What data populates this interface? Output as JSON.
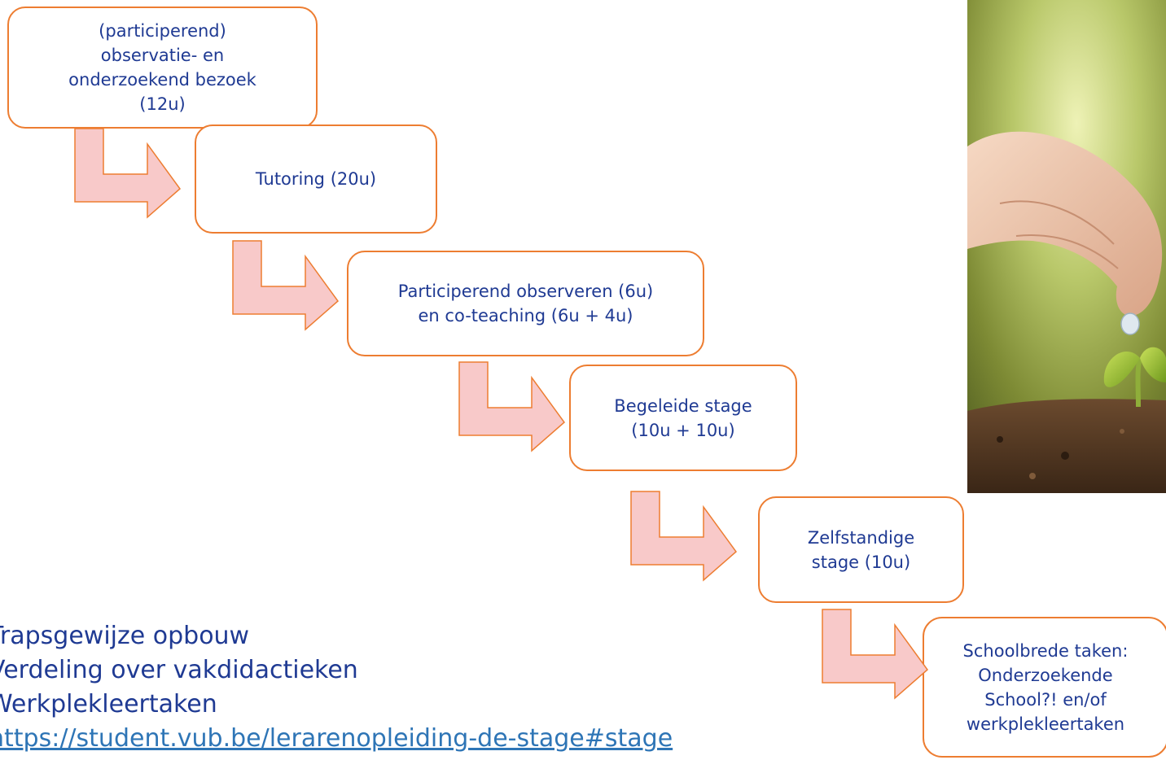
{
  "steps": [
    {
      "label": "(participerend)\nobservatie- en\nonderzoekend bezoek\n(12u)"
    },
    {
      "label": "Tutoring (20u)"
    },
    {
      "label": "Participerend observeren (6u)\nen co-teaching (6u + 4u)"
    },
    {
      "label": "Begeleide stage\n(10u + 10u)"
    },
    {
      "label": "Zelfstandige\nstage (10u)"
    },
    {
      "label": "Schoolbrede taken:\nOnderzoekende\nSchool?! en/of\nwerkplekleertaken"
    }
  ],
  "notes": {
    "item1": "Trapsgewijze opbouw",
    "item2": "Verdeling over vakdidactieken",
    "item3": "Werkplekleertaken",
    "link": "https://student.vub.be/lerarenopleiding-de-stage#stage"
  },
  "colors": {
    "box_border": "#ed7d31",
    "box_text": "#1f3a93",
    "arrow_fill": "#f8c9c9",
    "link": "#2e75b6"
  },
  "image": {
    "icon": "hand-watering-seedling-photo"
  }
}
